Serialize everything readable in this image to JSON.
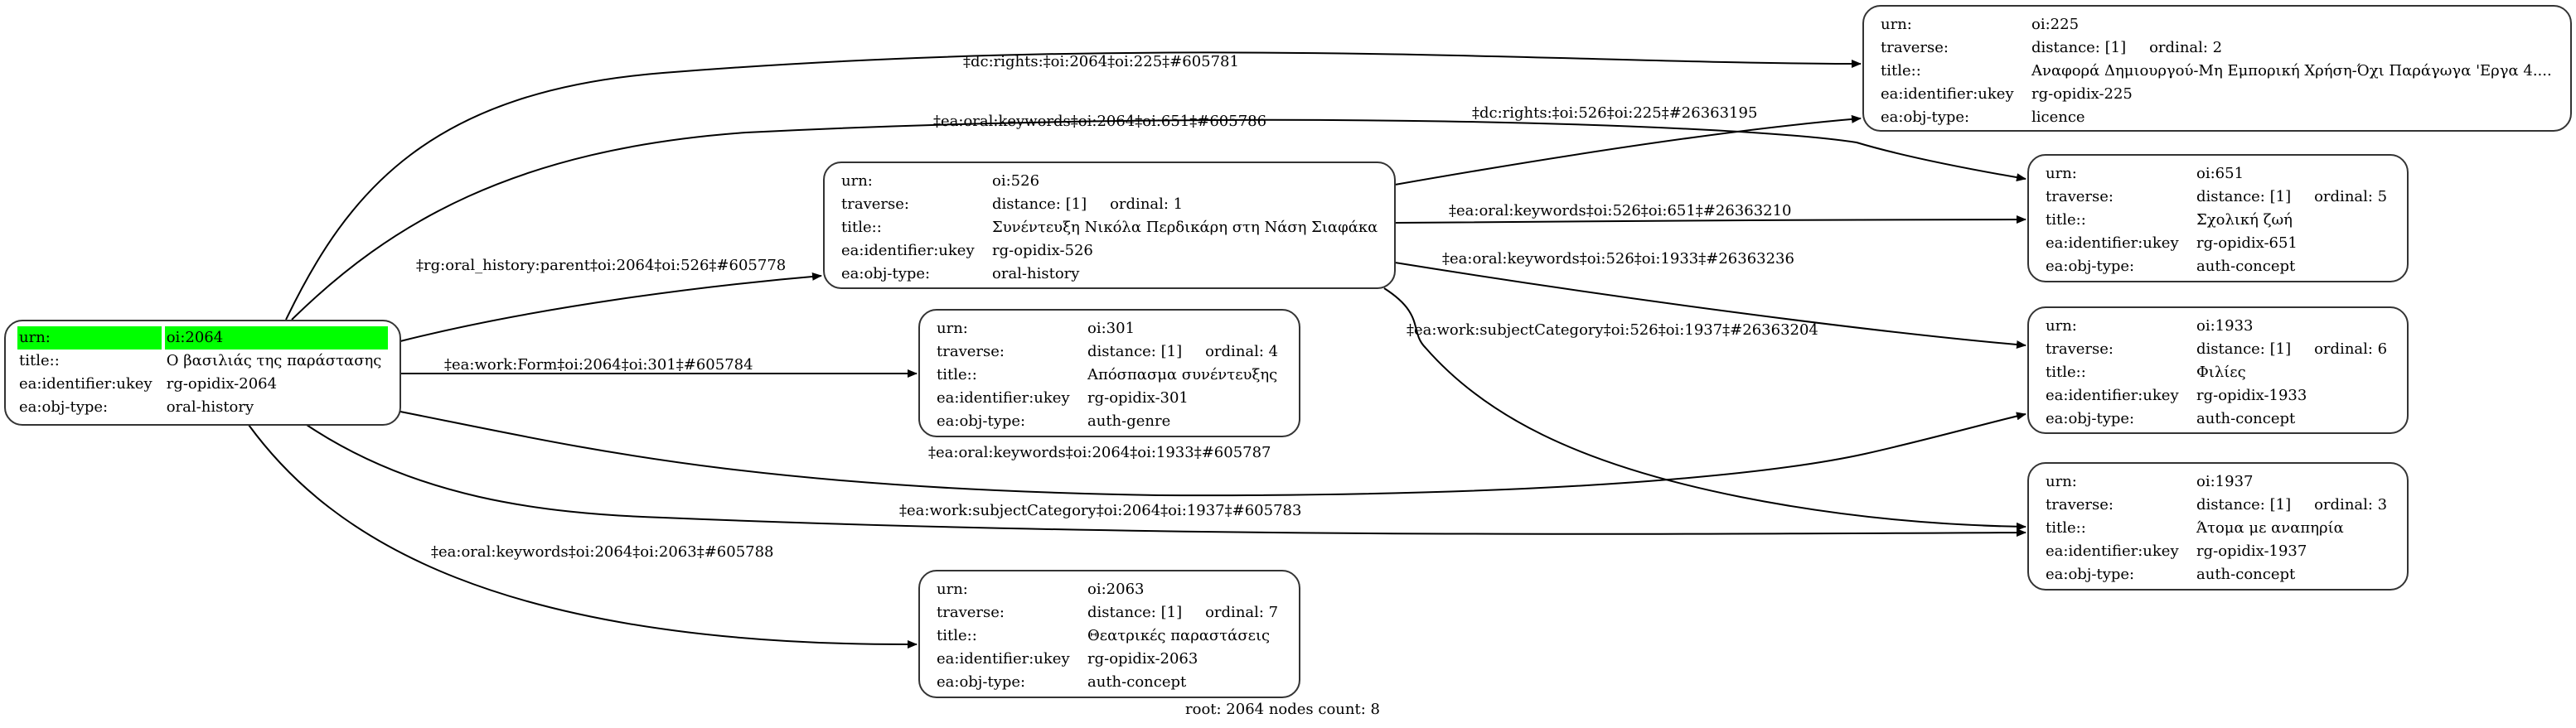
{
  "labels": {
    "urn": "urn:",
    "traverse": "traverse:",
    "title": "title::",
    "ukey": "ea:identifier:ukey",
    "objtype": "ea:obj-type:"
  },
  "nodes": {
    "n2064": {
      "urn": "oi:2064",
      "title": "Ο βασιλιάς της παράστασης",
      "ukey": "rg-opidix-2064",
      "objtype": "oral-history",
      "root": true
    },
    "n526": {
      "urn": "oi:526",
      "distance": "distance: [1]",
      "ordinal": "ordinal: 1",
      "title": "Συνέντευξη Νικόλα Περδικάρη στη Νάση Σιαφάκα",
      "ukey": "rg-opidix-526",
      "objtype": "oral-history"
    },
    "n225": {
      "urn": "oi:225",
      "distance": "distance: [1]",
      "ordinal": "ordinal: 2",
      "title": "Αναφορά Δημιουργού-Μη Εμπορική Χρήση-Όχι Παράγωγα 'Εργα 4....",
      "ukey": "rg-opidix-225",
      "objtype": "licence"
    },
    "n651": {
      "urn": "oi:651",
      "distance": "distance: [1]",
      "ordinal": "ordinal: 5",
      "title": "Σχολική ζωή",
      "ukey": "rg-opidix-651",
      "objtype": "auth-concept"
    },
    "n1933": {
      "urn": "oi:1933",
      "distance": "distance: [1]",
      "ordinal": "ordinal: 6",
      "title": "Φιλίες",
      "ukey": "rg-opidix-1933",
      "objtype": "auth-concept"
    },
    "n1937": {
      "urn": "oi:1937",
      "distance": "distance: [1]",
      "ordinal": "ordinal: 3",
      "title": "Άτομα με αναπηρία",
      "ukey": "rg-opidix-1937",
      "objtype": "auth-concept"
    },
    "n301": {
      "urn": "oi:301",
      "distance": "distance: [1]",
      "ordinal": "ordinal: 4",
      "title": "Απόσπασμα συνέντευξης",
      "ukey": "rg-opidix-301",
      "objtype": "auth-genre"
    },
    "n2063": {
      "urn": "oi:2063",
      "distance": "distance: [1]",
      "ordinal": "ordinal: 7",
      "title": "Θεατρικές παραστάσεις",
      "ukey": "rg-opidix-2063",
      "objtype": "auth-concept"
    }
  },
  "edges": [
    {
      "id": "e1",
      "from": "oi:2064",
      "to": "oi:225",
      "label": "‡dc:rights:‡oi:2064‡oi:225‡#605781"
    },
    {
      "id": "e2",
      "from": "oi:2064",
      "to": "oi:651",
      "label": "‡ea:oral:keywords‡oi:2064‡oi:651‡#605786"
    },
    {
      "id": "e3",
      "from": "oi:526",
      "to": "oi:225",
      "label": "‡dc:rights:‡oi:526‡oi:225‡#26363195"
    },
    {
      "id": "e4",
      "from": "oi:2064",
      "to": "oi:526",
      "label": "‡rg:oral_history:parent‡oi:2064‡oi:526‡#605778"
    },
    {
      "id": "e5",
      "from": "oi:526",
      "to": "oi:651",
      "label": "‡ea:oral:keywords‡oi:526‡oi:651‡#26363210"
    },
    {
      "id": "e6",
      "from": "oi:526",
      "to": "oi:1933",
      "label": "‡ea:oral:keywords‡oi:526‡oi:1933‡#26363236"
    },
    {
      "id": "e7",
      "from": "oi:526",
      "to": "oi:1937",
      "label": "‡ea:work:subjectCategory‡oi:526‡oi:1937‡#26363204"
    },
    {
      "id": "e8",
      "from": "oi:2064",
      "to": "oi:301",
      "label": "‡ea:work:Form‡oi:2064‡oi:301‡#605784"
    },
    {
      "id": "e9",
      "from": "oi:2064",
      "to": "oi:1933",
      "label": "‡ea:oral:keywords‡oi:2064‡oi:1933‡#605787"
    },
    {
      "id": "e10",
      "from": "oi:2064",
      "to": "oi:1937",
      "label": "‡ea:work:subjectCategory‡oi:2064‡oi:1937‡#605783"
    },
    {
      "id": "e11",
      "from": "oi:2064",
      "to": "oi:2063",
      "label": "‡ea:oral:keywords‡oi:2064‡oi:2063‡#605788"
    }
  ],
  "footer": "root: 2064 nodes count: 8",
  "colors": {
    "root_highlight": "#00ff00",
    "stroke": "#000000"
  }
}
